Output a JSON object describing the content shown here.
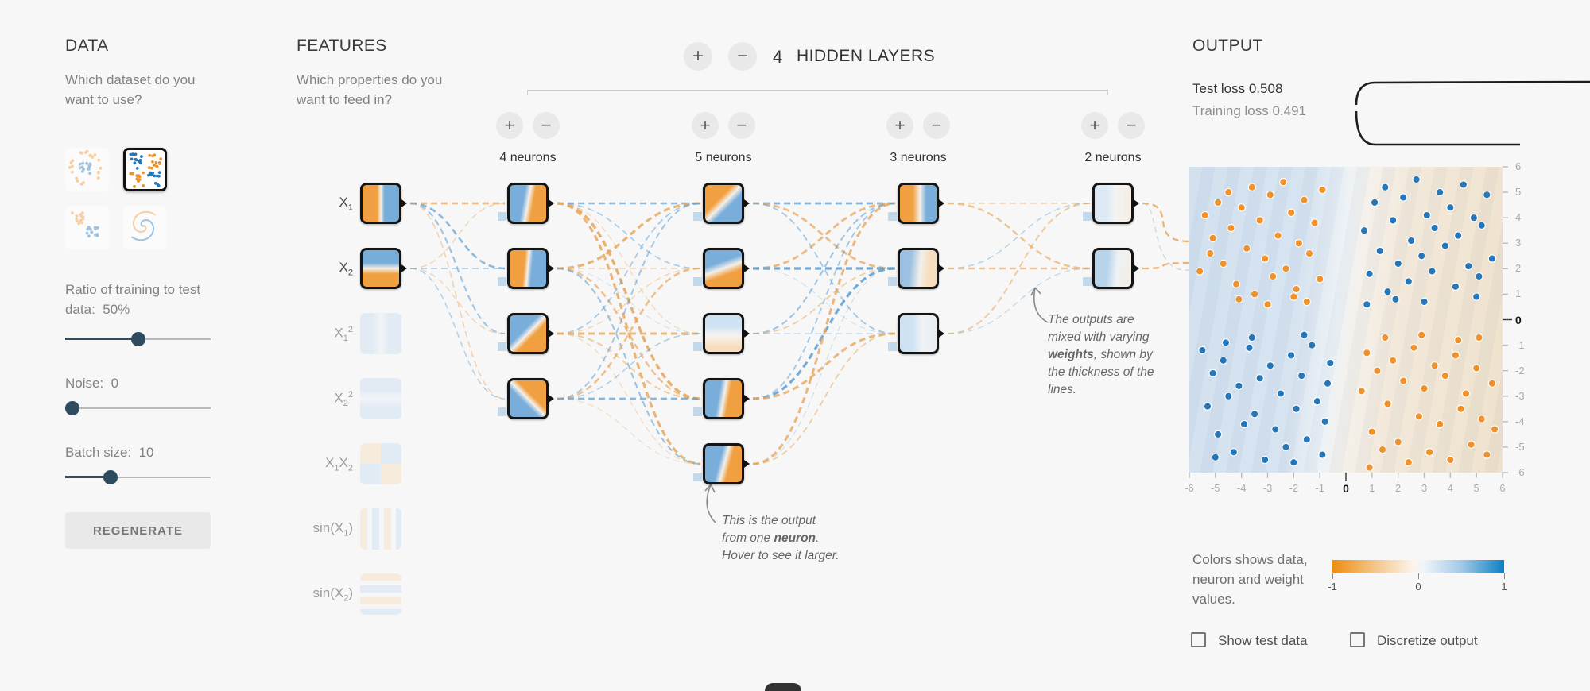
{
  "data_panel": {
    "title": "DATA",
    "subtitle": "Which dataset do you want to use?",
    "datasets": [
      {
        "name": "circle",
        "selected": false
      },
      {
        "name": "xor",
        "selected": true
      },
      {
        "name": "gauss",
        "selected": false
      },
      {
        "name": "spiral",
        "selected": false
      }
    ],
    "sliders": [
      {
        "label": "Ratio of training to test data:",
        "value": "50%",
        "percent": 50
      },
      {
        "label": "Noise:",
        "value": "0",
        "percent": 0
      },
      {
        "label": "Batch size:",
        "value": "10",
        "percent": 31
      }
    ],
    "regenerate_label": "REGENERATE"
  },
  "features_panel": {
    "title": "FEATURES",
    "subtitle": "Which properties do you want to feed in?",
    "features": [
      {
        "id": "x1",
        "parts": [
          {
            "t": "X"
          },
          {
            "sub": "1"
          }
        ],
        "active": true,
        "fill": "linear-gradient(90deg,#f1a041 0% 40%,#f5f0e8 50%,#77add9 60% 100%)"
      },
      {
        "id": "x2",
        "parts": [
          {
            "t": "X"
          },
          {
            "sub": "2"
          }
        ],
        "active": true,
        "fill": "linear-gradient(180deg,#77add9 0% 35%,#f5f0e8 50%,#f1a041 65% 100%)"
      },
      {
        "id": "x1sq",
        "parts": [
          {
            "t": "X"
          },
          {
            "sub": "1"
          },
          {
            "sup": "2"
          }
        ],
        "active": false,
        "fill": "linear-gradient(90deg,#c8ddf1 0% 30%,#e9f1f8 50%,#c8ddf1 70% 100%)"
      },
      {
        "id": "x2sq",
        "parts": [
          {
            "t": "X"
          },
          {
            "sub": "2"
          },
          {
            "sup": "2"
          }
        ],
        "active": false,
        "fill": "linear-gradient(180deg,#c8ddf1 0% 30%,#e9f1f8 50%,#c8ddf1 70% 100%)"
      },
      {
        "id": "x1x2",
        "parts": [
          {
            "t": "X"
          },
          {
            "sub": "1"
          },
          {
            "t": "X"
          },
          {
            "sub": "2"
          }
        ],
        "active": false,
        "fill": "conic-gradient(#c8ddf1 0 25%,#f6ddbd 0 50%,#c8ddf1 0 75%,#f6ddbd 0)"
      },
      {
        "id": "sinx1",
        "parts": [
          {
            "t": "sin(X"
          },
          {
            "sub": "1"
          },
          {
            "t": ")"
          }
        ],
        "active": false,
        "fill": "repeating-linear-gradient(90deg,#f6ddbd 0 9px,#f1f5f9 9px 15px,#c8ddf1 15px 24px,#f1f5f9 24px 30px)"
      },
      {
        "id": "sinx2",
        "parts": [
          {
            "t": "sin(X"
          },
          {
            "sub": "2"
          },
          {
            "t": ")"
          }
        ],
        "active": false,
        "fill": "repeating-linear-gradient(180deg,#f6ddbd 0 9px,#f1f5f9 9px 15px,#c8ddf1 15px 24px,#f1f5f9 24px 30px)"
      }
    ]
  },
  "network": {
    "header": {
      "plus": "+",
      "minus": "−",
      "count": "4",
      "label": "HIDDEN LAYERS"
    },
    "layers": [
      {
        "count_label": "4 neurons",
        "fills": [
          "linear-gradient(100deg,#79aeda 0% 38%,#f3f0ea 50%,#f1a041 62% 100%)",
          "linear-gradient(95deg,#f1a041 0% 40%,#f3f0ea 50%,#79aeda 60% 100%)",
          "linear-gradient(135deg,#79aeda 0% 40%,#f3f0ea 50%,#f1a041 60% 100%)",
          "linear-gradient(45deg,#79aeda 0% 40%,#f3f0ea 50%,#f1a041 60% 100%)"
        ]
      },
      {
        "count_label": "5 neurons",
        "fills": [
          "linear-gradient(135deg,#f1a041 0% 38%,#f3f0ea 50%,#79aeda 62% 100%)",
          "linear-gradient(160deg,#79aeda 0% 35%,#f3f0ea 50%,#f1a041 65% 100%)",
          "linear-gradient(180deg,#cfe2f3 0% 30%,#f5f4f0 55%,#f6ddbd 85% 100%)",
          "linear-gradient(100deg,#79aeda 0% 38%,#f3f0ea 50%,#f1a041 62% 100%)",
          "linear-gradient(105deg,#79aeda 0% 40%,#f3f0ea 52%,#f1a041 64% 100%)"
        ]
      },
      {
        "count_label": "3 neurons",
        "fills": [
          "linear-gradient(90deg,#f1a041 0% 35%,#f3f0ea 55%,#79aeda 72% 100%)",
          "linear-gradient(95deg,#9cc1e2 0% 30%,#f3f0ea 55%,#f6ddbd 78% 100%)",
          "linear-gradient(90deg,#cfe2f3 0% 35%,#f0f2f4 60%,#e9eef3 100%)"
        ]
      },
      {
        "count_label": "2 neurons",
        "fills": [
          "linear-gradient(90deg,#dce9f4 0% 30%,#f2f3f2 55%,#f6ece1 100%)",
          "linear-gradient(95deg,#b7d3ea 0% 35%,#eef2f4 60%,#f3ece4 100%)"
        ]
      }
    ]
  },
  "output": {
    "title": "OUTPUT",
    "test_loss": "Test loss 0.508",
    "training_loss": "Training loss 0.491",
    "plot": {
      "x_ticks": [
        -6,
        -5,
        -4,
        -3,
        -2,
        -1,
        0,
        1,
        2,
        3,
        4,
        5,
        6
      ],
      "y_ticks": [
        6,
        5,
        4,
        3,
        2,
        1,
        0,
        -1,
        -2,
        -3,
        -4,
        -5,
        -6
      ],
      "bold_tick": 0,
      "point_colors": {
        "orange": "#f0922b",
        "blue": "#2776b8"
      },
      "points_orange": [
        [
          -5.4,
          4.1
        ],
        [
          -5.1,
          3.2
        ],
        [
          -4.9,
          4.6
        ],
        [
          -4.7,
          2.2
        ],
        [
          -4.5,
          5.0
        ],
        [
          -4.4,
          3.6
        ],
        [
          -4.2,
          1.4
        ],
        [
          -4.0,
          4.4
        ],
        [
          -3.8,
          2.8
        ],
        [
          -3.6,
          5.2
        ],
        [
          -3.5,
          1.0
        ],
        [
          -3.3,
          3.9
        ],
        [
          -3.1,
          2.4
        ],
        [
          -2.9,
          4.9
        ],
        [
          -2.8,
          1.7
        ],
        [
          -2.6,
          3.3
        ],
        [
          -2.4,
          5.4
        ],
        [
          -2.3,
          2.0
        ],
        [
          -2.1,
          4.2
        ],
        [
          -1.9,
          1.2
        ],
        [
          -1.8,
          3.0
        ],
        [
          -1.6,
          4.7
        ],
        [
          -1.4,
          2.6
        ],
        [
          -1.2,
          3.8
        ],
        [
          -1.0,
          1.6
        ],
        [
          -0.9,
          5.1
        ],
        [
          -5.6,
          1.9
        ],
        [
          -5.2,
          2.6
        ],
        [
          -1.5,
          0.7
        ],
        [
          -2.0,
          0.9
        ],
        [
          -3.0,
          0.6
        ],
        [
          -4.1,
          0.8
        ],
        [
          0.6,
          -2.8
        ],
        [
          0.8,
          -1.3
        ],
        [
          1.0,
          -4.4
        ],
        [
          1.2,
          -2.0
        ],
        [
          1.4,
          -5.1
        ],
        [
          1.6,
          -3.3
        ],
        [
          1.8,
          -1.6
        ],
        [
          2.0,
          -4.8
        ],
        [
          2.2,
          -2.4
        ],
        [
          2.4,
          -5.6
        ],
        [
          2.6,
          -1.1
        ],
        [
          2.8,
          -3.8
        ],
        [
          3.0,
          -2.7
        ],
        [
          3.2,
          -5.2
        ],
        [
          3.4,
          -1.8
        ],
        [
          3.6,
          -4.1
        ],
        [
          3.8,
          -2.2
        ],
        [
          4.0,
          -5.5
        ],
        [
          4.2,
          -1.4
        ],
        [
          4.4,
          -3.5
        ],
        [
          4.6,
          -2.9
        ],
        [
          4.8,
          -4.9
        ],
        [
          5.0,
          -1.9
        ],
        [
          5.2,
          -3.9
        ],
        [
          5.4,
          -5.3
        ],
        [
          5.6,
          -2.5
        ],
        [
          5.7,
          -4.3
        ],
        [
          0.9,
          -5.8
        ],
        [
          1.5,
          -0.7
        ],
        [
          2.9,
          -0.6
        ],
        [
          4.3,
          -0.8
        ],
        [
          5.1,
          -0.7
        ]
      ],
      "points_blue": [
        [
          0.7,
          3.5
        ],
        [
          0.9,
          1.8
        ],
        [
          1.1,
          4.6
        ],
        [
          1.3,
          2.7
        ],
        [
          1.5,
          5.2
        ],
        [
          1.6,
          1.1
        ],
        [
          1.8,
          3.9
        ],
        [
          2.0,
          2.2
        ],
        [
          2.2,
          4.8
        ],
        [
          2.4,
          1.5
        ],
        [
          2.5,
          3.1
        ],
        [
          2.7,
          5.5
        ],
        [
          2.9,
          2.5
        ],
        [
          3.1,
          4.1
        ],
        [
          3.3,
          1.9
        ],
        [
          3.4,
          3.6
        ],
        [
          3.6,
          5.0
        ],
        [
          3.8,
          2.9
        ],
        [
          4.0,
          4.4
        ],
        [
          4.2,
          1.3
        ],
        [
          4.3,
          3.3
        ],
        [
          4.5,
          5.3
        ],
        [
          4.7,
          2.1
        ],
        [
          4.9,
          4.0
        ],
        [
          5.1,
          1.7
        ],
        [
          5.2,
          3.7
        ],
        [
          5.4,
          4.9
        ],
        [
          5.6,
          2.4
        ],
        [
          0.8,
          0.6
        ],
        [
          1.9,
          0.8
        ],
        [
          3.0,
          0.7
        ],
        [
          5.0,
          0.9
        ],
        [
          -5.5,
          -1.2
        ],
        [
          -5.3,
          -3.4
        ],
        [
          -5.1,
          -2.1
        ],
        [
          -4.9,
          -4.5
        ],
        [
          -4.7,
          -1.6
        ],
        [
          -4.5,
          -3.0
        ],
        [
          -4.3,
          -5.2
        ],
        [
          -4.1,
          -2.6
        ],
        [
          -3.9,
          -4.1
        ],
        [
          -3.7,
          -1.1
        ],
        [
          -3.5,
          -3.7
        ],
        [
          -3.3,
          -2.3
        ],
        [
          -3.1,
          -5.5
        ],
        [
          -2.9,
          -1.8
        ],
        [
          -2.7,
          -4.3
        ],
        [
          -2.5,
          -2.9
        ],
        [
          -2.3,
          -5.0
        ],
        [
          -2.1,
          -1.4
        ],
        [
          -1.9,
          -3.5
        ],
        [
          -1.7,
          -2.2
        ],
        [
          -1.5,
          -4.7
        ],
        [
          -1.3,
          -1.0
        ],
        [
          -1.1,
          -3.2
        ],
        [
          -0.9,
          -5.3
        ],
        [
          -0.7,
          -2.5
        ],
        [
          -5.0,
          -5.4
        ],
        [
          -2.0,
          -5.6
        ],
        [
          -0.8,
          -4.0
        ],
        [
          -1.6,
          -0.6
        ],
        [
          -3.6,
          -0.7
        ],
        [
          -4.6,
          -0.9
        ],
        [
          -0.6,
          -1.7
        ]
      ]
    },
    "colorbar": {
      "caption": "Colors shows data, neuron and weight values.",
      "tick_labels": [
        "-1",
        "0",
        "1"
      ]
    },
    "checkboxes": [
      {
        "label": "Show test data",
        "checked": false
      },
      {
        "label": "Discretize output",
        "checked": false
      }
    ]
  },
  "annotations": [
    {
      "id": "weights",
      "segments": [
        {
          "t": "The outputs are mixed with varying "
        },
        {
          "t": "weights",
          "b": true
        },
        {
          "t": ", shown by the thickness of the lines."
        }
      ]
    },
    {
      "id": "neuron-output",
      "segments": [
        {
          "t": "This is the output from one "
        },
        {
          "t": "neuron",
          "b": true
        },
        {
          "t": ". Hover to see it larger."
        }
      ]
    }
  ]
}
